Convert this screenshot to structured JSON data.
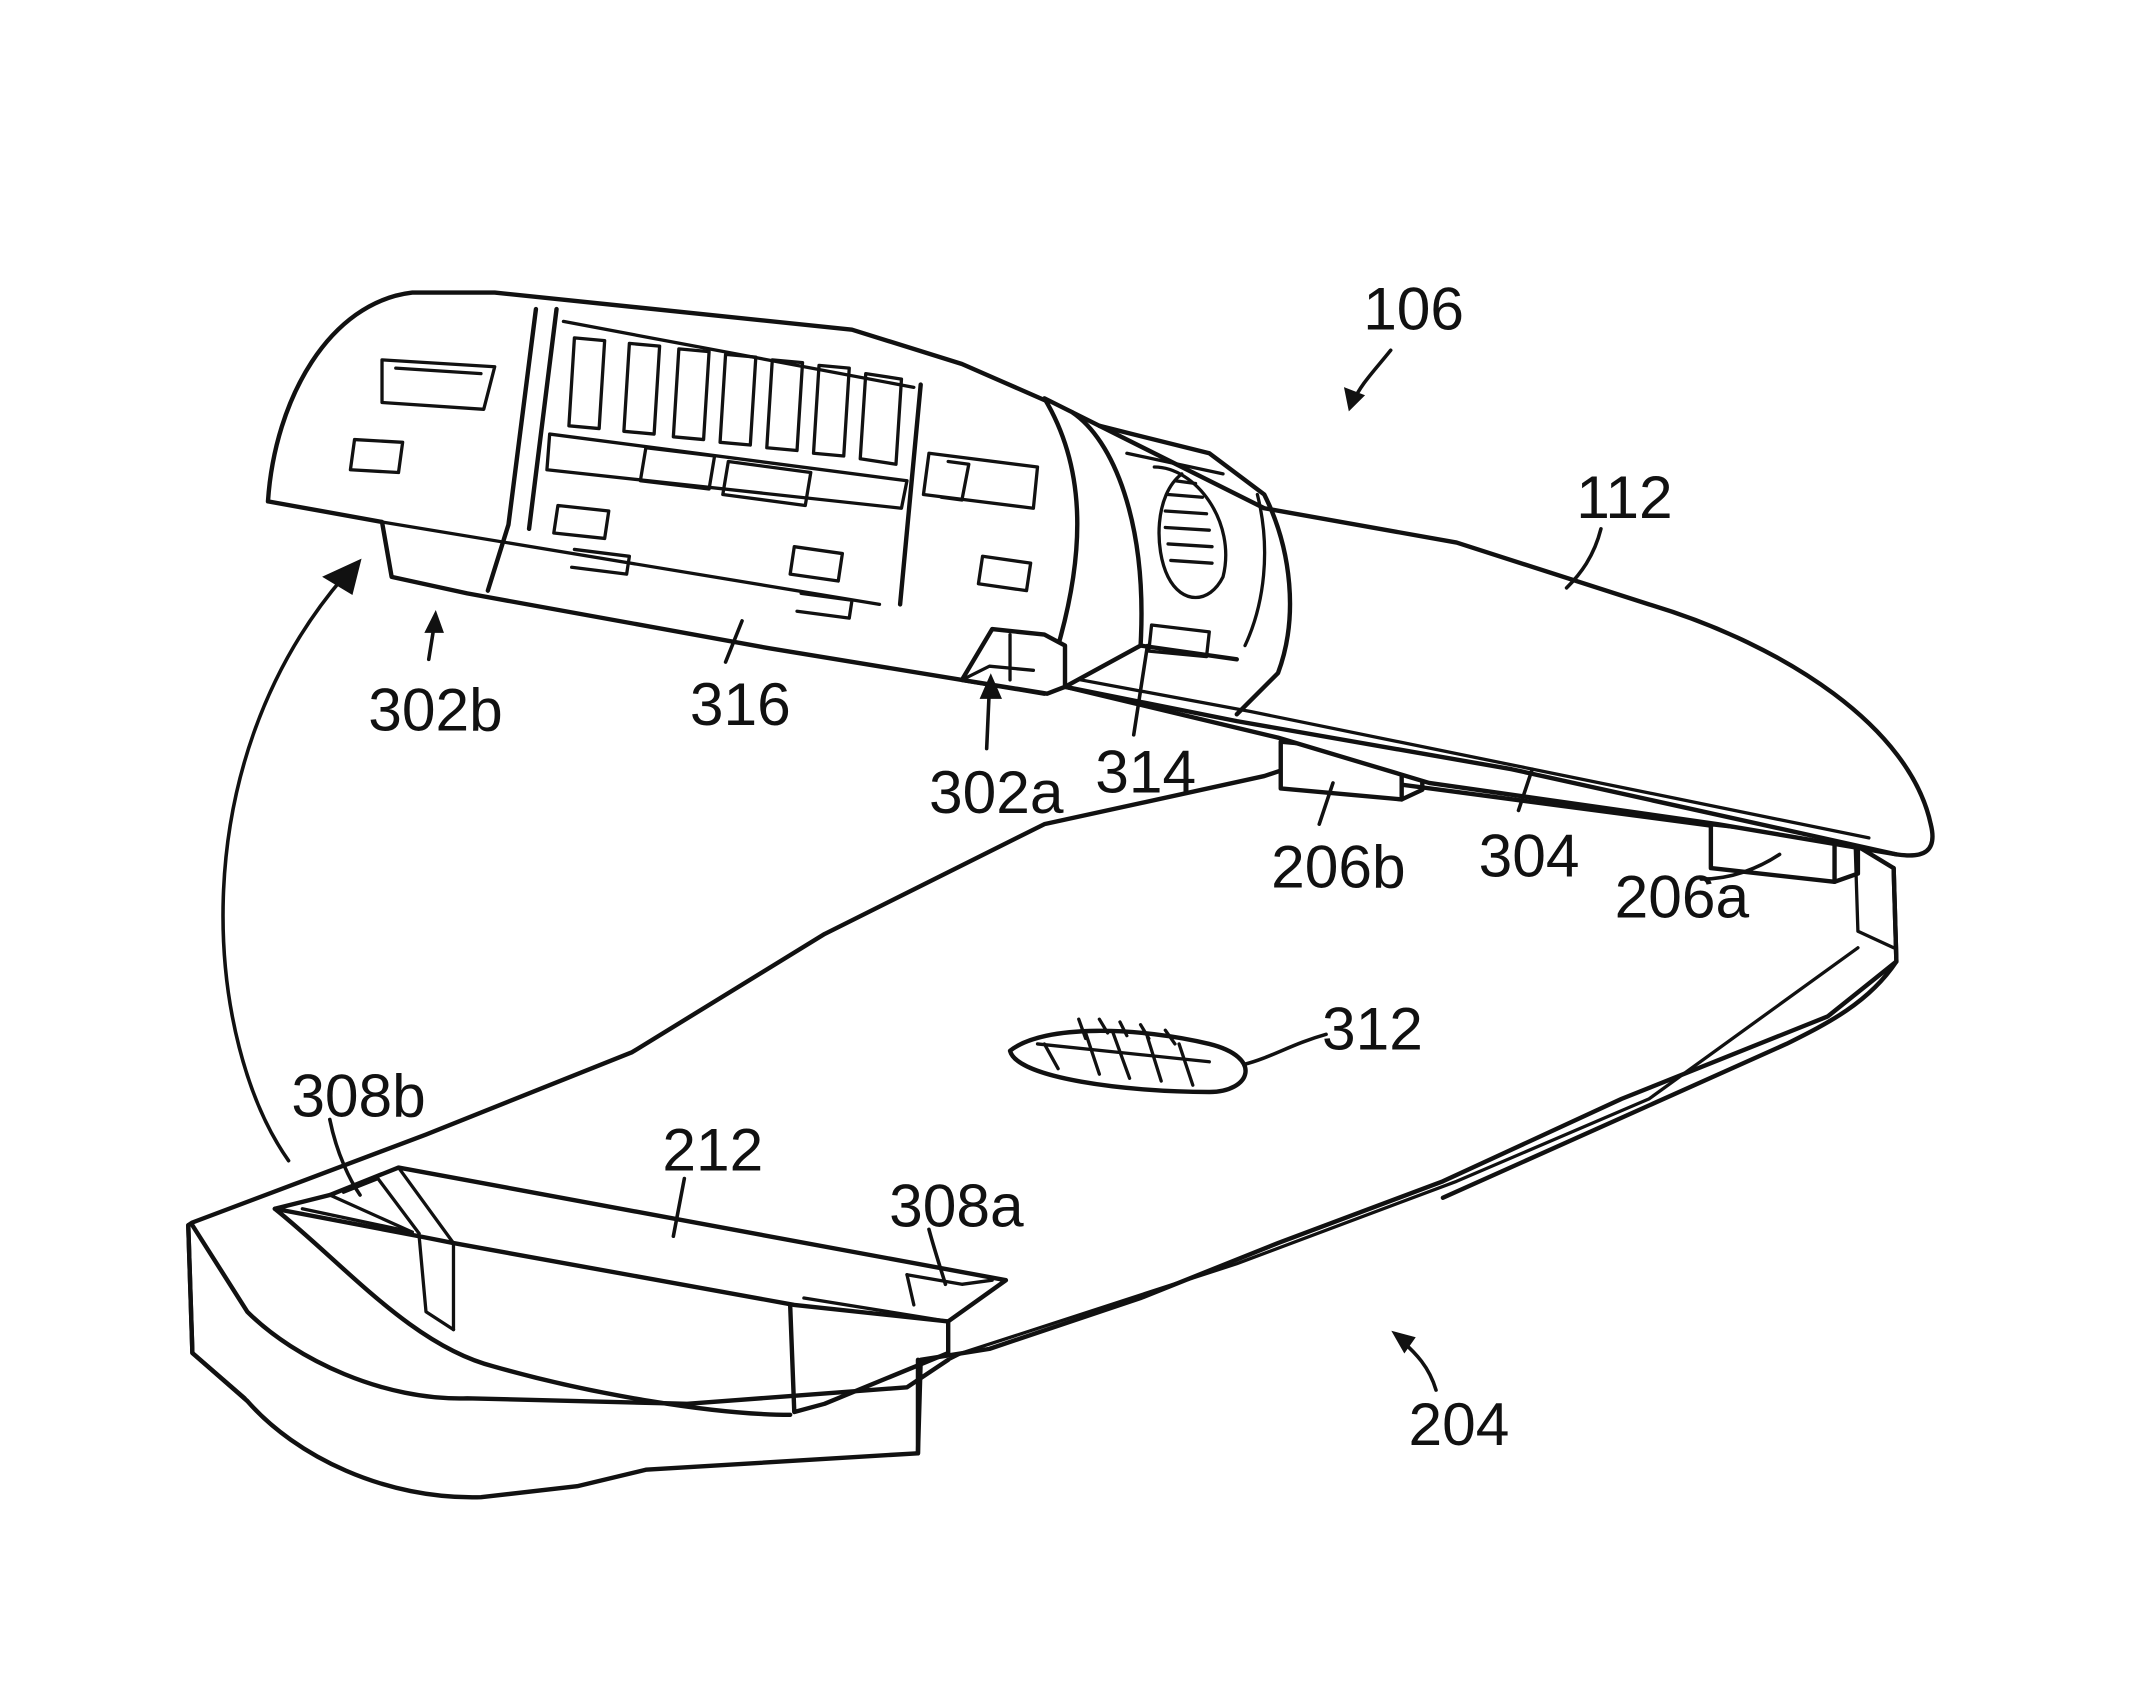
{
  "figure": {
    "reference_numerals": {
      "device": "106",
      "lid": "112",
      "base": "204",
      "post_a": "206a",
      "post_b": "206b",
      "opening": "212",
      "latch_a": "302a",
      "latch_b": "302b",
      "hinge_edge": "304",
      "recess_a": "308a",
      "recess_b": "308b",
      "grip": "312",
      "hinge": "314",
      "underside": "316"
    }
  }
}
